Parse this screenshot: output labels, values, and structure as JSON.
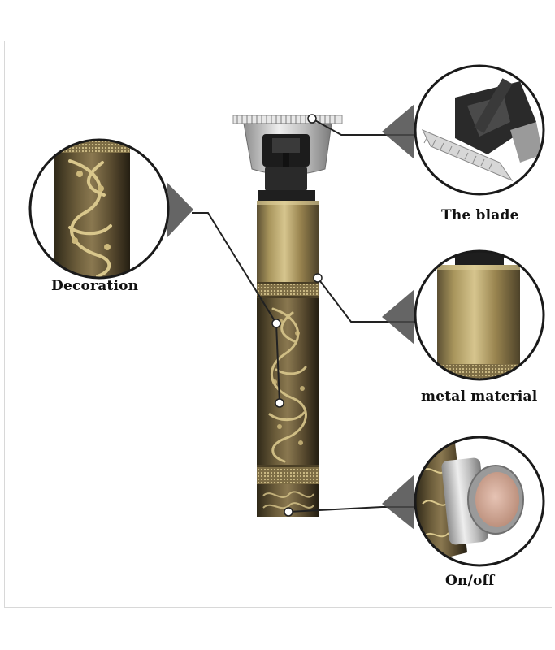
{
  "labels": {
    "decoration": "Decoration",
    "blade": "The blade",
    "metal": "metal material",
    "onoff": "On/off"
  },
  "colors": {
    "gold": "#b9a66a",
    "bronze": "#7a6a45",
    "dark": "#2b2418",
    "silver": "#c9c9c9",
    "callout_line": "#222222"
  },
  "icons": {
    "product": "hair-trimmer",
    "details": [
      "decoration-zoom",
      "blade-zoom",
      "metal-zoom",
      "switch-zoom"
    ]
  }
}
